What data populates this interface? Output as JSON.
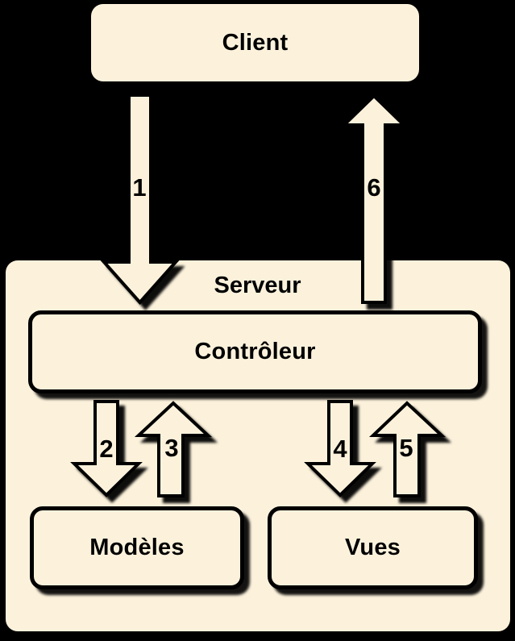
{
  "diagram": {
    "type": "architecture-flow",
    "colors": {
      "background": "#000000",
      "node_fill": "#FCF2DC",
      "outline": "#000000",
      "text": "#000000"
    },
    "nodes": {
      "client": {
        "label": "Client"
      },
      "serveur": {
        "label": "Serveur"
      },
      "controleur": {
        "label": "Contrôleur"
      },
      "modeles": {
        "label": "Modèles"
      },
      "vues": {
        "label": "Vues"
      }
    },
    "arrows": [
      {
        "label": "1",
        "direction": "down",
        "from": "client",
        "to": "controleur"
      },
      {
        "label": "2",
        "direction": "down",
        "from": "controleur",
        "to": "modeles"
      },
      {
        "label": "3",
        "direction": "up",
        "from": "modeles",
        "to": "controleur"
      },
      {
        "label": "4",
        "direction": "down",
        "from": "controleur",
        "to": "vues"
      },
      {
        "label": "5",
        "direction": "up",
        "from": "vues",
        "to": "controleur"
      },
      {
        "label": "6",
        "direction": "up",
        "from": "controleur",
        "to": "client"
      }
    ]
  }
}
